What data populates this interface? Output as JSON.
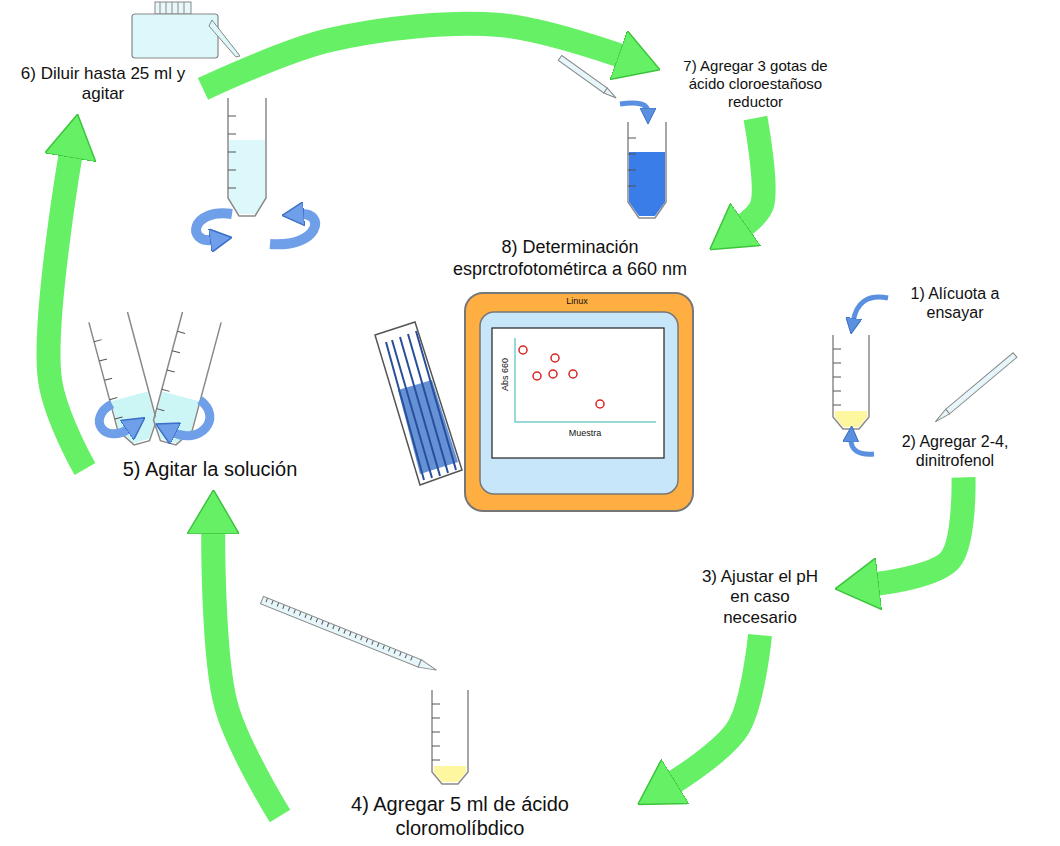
{
  "diagram": {
    "nodes": [
      {
        "text": [
          "1) Alícuota a ensayar"
        ]
      },
      {
        "text": [
          "2) Agregar 2-4, dinitrofenol"
        ]
      },
      {
        "text": [
          "3) Ajustar el pH en caso necesario"
        ]
      },
      {
        "text": [
          "4) Agregar 5 ml de ácido cloromolíbdico"
        ]
      },
      {
        "text": [
          "5) Agitar la solución"
        ]
      },
      {
        "text": [
          "6) Diluir hasta 25 ml y agitar"
        ]
      },
      {
        "text": [
          "7) Agregar 3 gotas de ácido cloroestañoso reductor"
        ]
      },
      {
        "text": [
          "8) Determinación esprctrofotométirca a 660 nm"
        ]
      }
    ],
    "edges": [
      {
        "from": 1,
        "to": 2,
        "arrow": "to"
      },
      {
        "from": 2,
        "to": 3,
        "arrow": "to"
      },
      {
        "from": 3,
        "to": 4,
        "arrow": "to"
      },
      {
        "from": 4,
        "to": 5,
        "arrow": "to"
      },
      {
        "from": 5,
        "to": 6,
        "arrow": "to"
      },
      {
        "from": 6,
        "to": 7,
        "arrow": "to"
      }
    ],
    "labels": [
      "Linux",
      "Abs 660",
      "Muestra"
    ]
  }
}
